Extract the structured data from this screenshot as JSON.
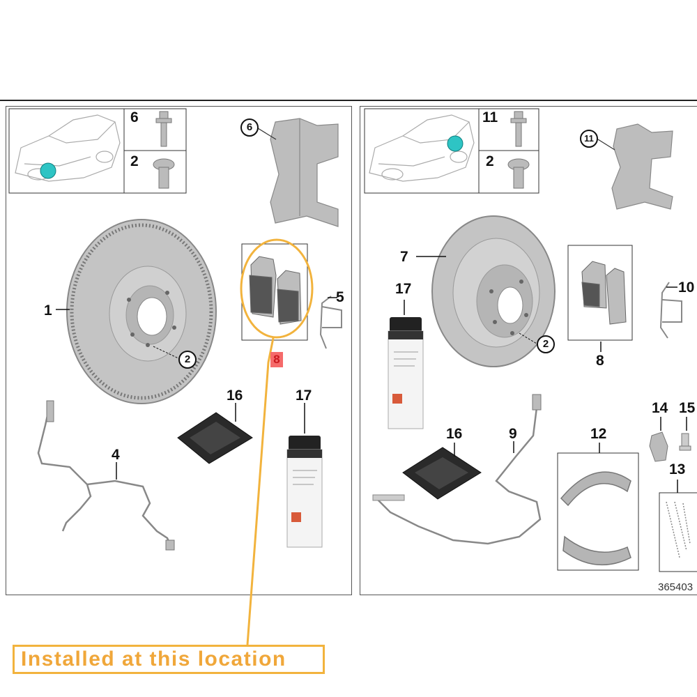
{
  "left_panel": {
    "inset_labels": [
      "6",
      "2"
    ],
    "parts": [
      {
        "id": "1",
        "label": "1"
      },
      {
        "id": "2",
        "label": "2"
      },
      {
        "id": "4",
        "label": "4"
      },
      {
        "id": "5",
        "label": "5"
      },
      {
        "id": "6",
        "label": "6"
      },
      {
        "id": "16",
        "label": "16"
      },
      {
        "id": "17",
        "label": "17"
      }
    ],
    "highlight_badge": "8"
  },
  "right_panel": {
    "inset_labels": [
      "11",
      "2"
    ],
    "parts": [
      {
        "id": "2",
        "label": "2"
      },
      {
        "id": "7",
        "label": "7"
      },
      {
        "id": "8",
        "label": "8"
      },
      {
        "id": "9",
        "label": "9"
      },
      {
        "id": "10",
        "label": "10"
      },
      {
        "id": "11",
        "label": "11"
      },
      {
        "id": "12",
        "label": "12"
      },
      {
        "id": "13",
        "label": "13"
      },
      {
        "id": "14",
        "label": "14"
      },
      {
        "id": "15",
        "label": "15"
      },
      {
        "id": "16",
        "label": "16"
      },
      {
        "id": "17",
        "label": "17"
      }
    ]
  },
  "reference_number": "365403",
  "callout_text": "Installed at this location",
  "colors": {
    "highlight": "#f2b33d",
    "location_dot": "#2ec4c4",
    "badge": "#f56a6a",
    "part_gray": "#b9b9b9"
  }
}
